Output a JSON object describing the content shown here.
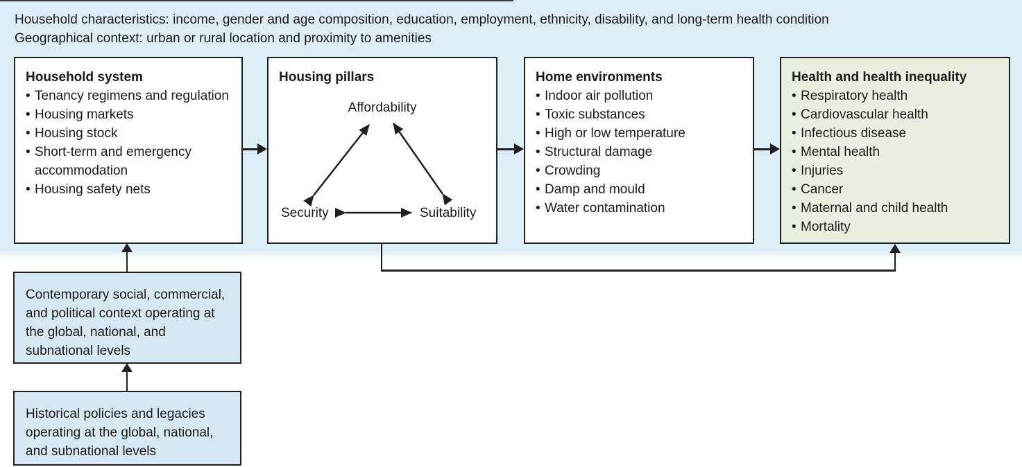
{
  "header": {
    "line1": "Household characteristics: income, gender and age composition, education, employment, ethnicity, disability, and long-term health condition",
    "line2": "Geographical context: urban or rural location and proximity to amenities"
  },
  "boxes": {
    "household_system": {
      "title": "Household system",
      "items": [
        "Tenancy regimens and regulation",
        "Housing markets",
        "Housing stock",
        "Short-term and emergency accommodation",
        "Housing safety nets"
      ]
    },
    "housing_pillars": {
      "title": "Housing pillars",
      "nodes": {
        "top": "Affordability",
        "bottom_left": "Security",
        "bottom_right": "Suitability"
      }
    },
    "home_environments": {
      "title": "Home environments",
      "items": [
        "Indoor air pollution",
        "Toxic substances",
        "High or low temperature",
        "Structural damage",
        "Crowding",
        "Damp and mould",
        "Water contamination"
      ]
    },
    "health": {
      "title": "Health and health inequality",
      "items": [
        "Respiratory health",
        "Cardiovascular health",
        "Infectious disease",
        "Mental health",
        "Injuries",
        "Cancer",
        "Maternal and child health",
        "Mortality"
      ]
    }
  },
  "context_boxes": {
    "contemporary": "Contemporary social, commercial, and political context operating at the global, national, and subnational levels",
    "historical": "Historical policies and legacies operating at the global, national, and subnational levels"
  },
  "colors": {
    "band": "#ddedf5",
    "box_blue": "#d6e8f2",
    "box_green": "#eaf0e1",
    "ink": "#231f20",
    "text": "#1b1b19"
  }
}
